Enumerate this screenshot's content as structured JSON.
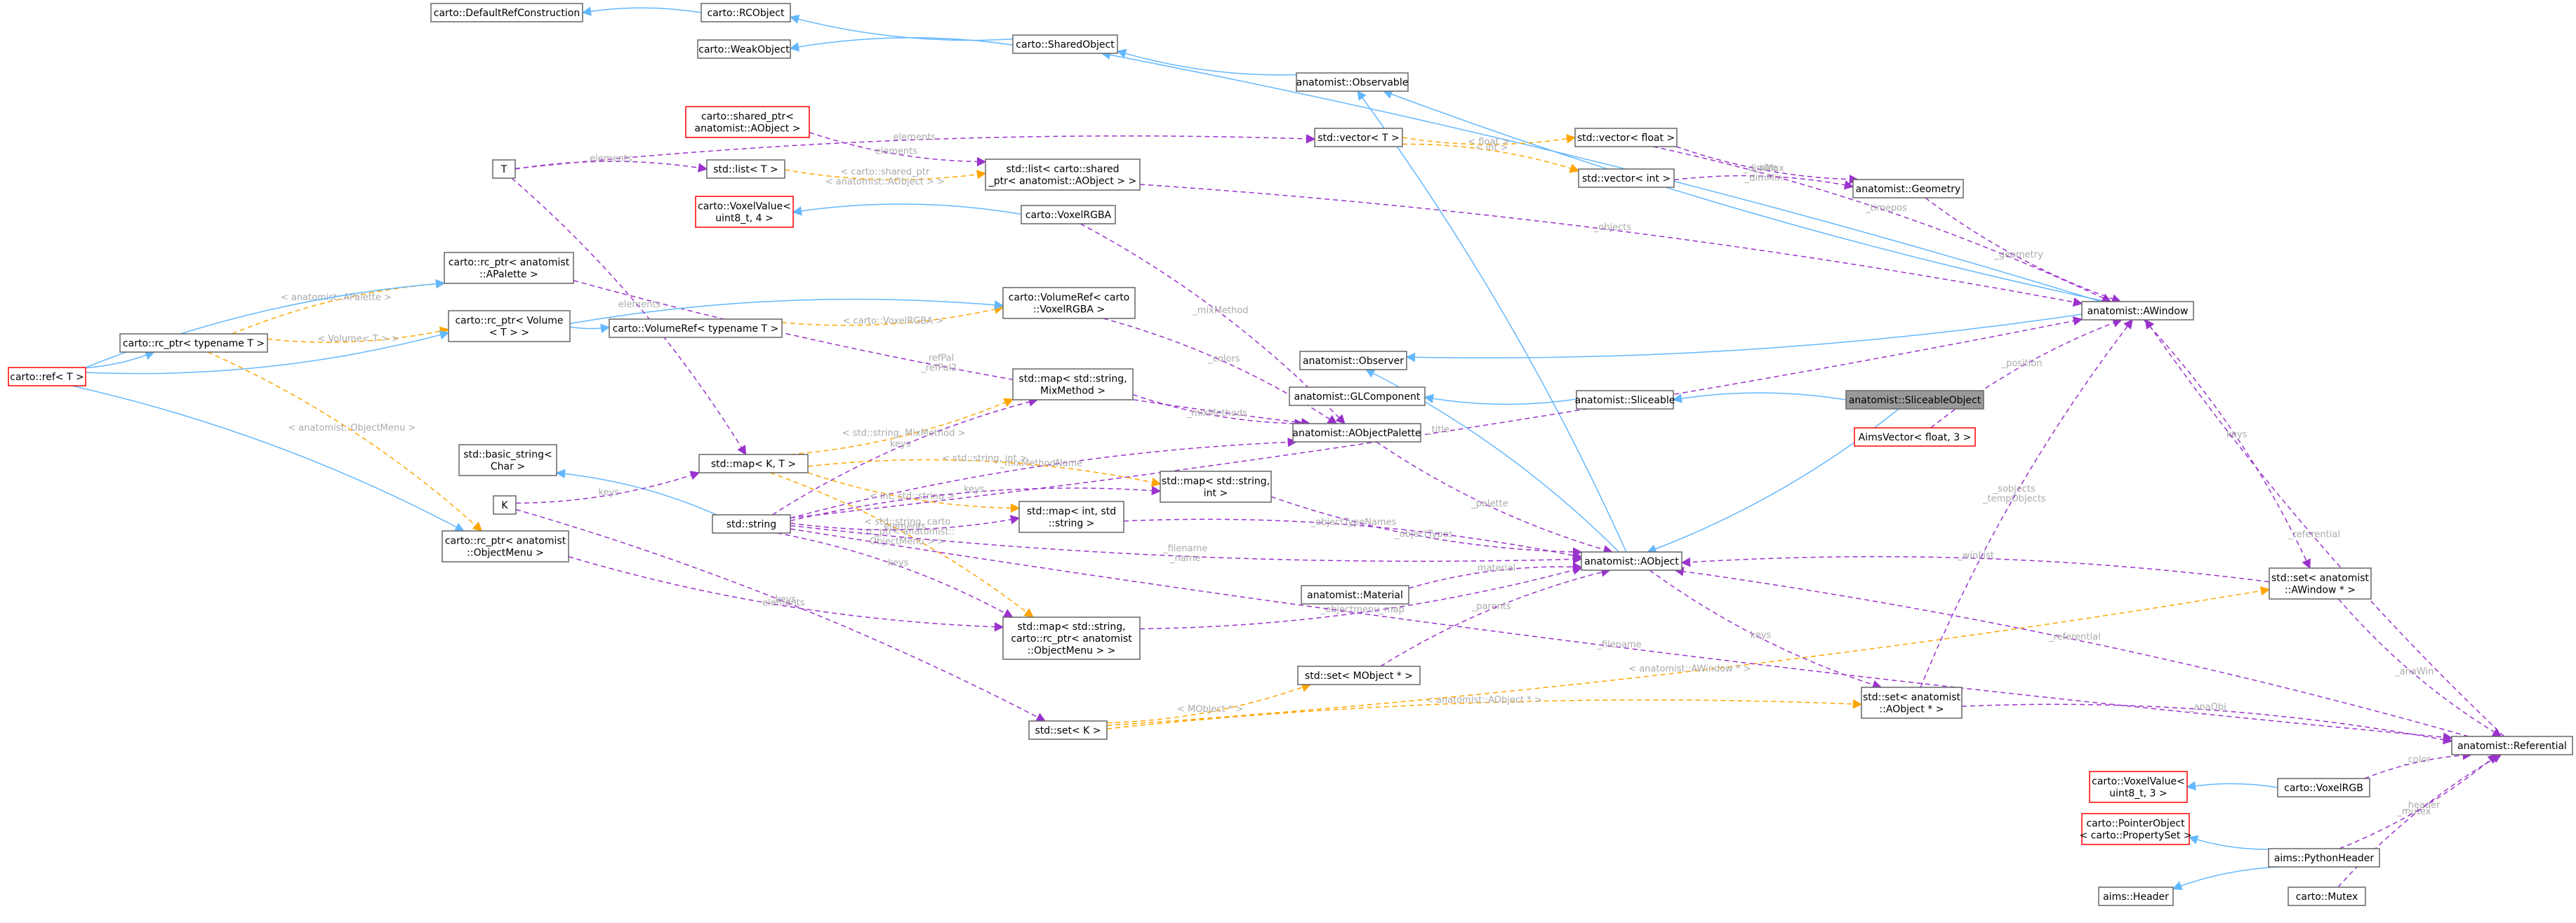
{
  "colors": {
    "inheritance": "#63b8ff",
    "usage": "#9a32cd",
    "template": "#ffa500",
    "node_border": "#666666",
    "abstract_border": "#ff0000",
    "focus_fill": "#999999"
  },
  "nodes": [
    {
      "id": "DefaultRefConstruction",
      "lines": [
        "carto::DefaultRefConstruction"
      ],
      "style": "normal"
    },
    {
      "id": "RCObject",
      "lines": [
        "carto::RCObject"
      ],
      "style": "normal"
    },
    {
      "id": "SharedObject",
      "lines": [
        "carto::SharedObject"
      ],
      "style": "normal"
    },
    {
      "id": "WeakObject",
      "lines": [
        "carto::WeakObject"
      ],
      "style": "normal"
    },
    {
      "id": "Observable",
      "lines": [
        "anatomist::Observable"
      ],
      "style": "normal"
    },
    {
      "id": "sharedptrAObject",
      "lines": [
        "carto::shared_ptr<",
        "anatomist::AObject >"
      ],
      "style": "abstract"
    },
    {
      "id": "vectorT",
      "lines": [
        "std::vector< T >"
      ],
      "style": "normal"
    },
    {
      "id": "vectorFloat",
      "lines": [
        "std::vector< float >"
      ],
      "style": "normal"
    },
    {
      "id": "T",
      "lines": [
        "T"
      ],
      "style": "normal"
    },
    {
      "id": "listT",
      "lines": [
        "std::list< T >"
      ],
      "style": "normal"
    },
    {
      "id": "listShared",
      "lines": [
        "std::list< carto::shared",
        "_ptr< anatomist::AObject > >"
      ],
      "style": "normal"
    },
    {
      "id": "vectorInt",
      "lines": [
        "std::vector< int >"
      ],
      "style": "normal"
    },
    {
      "id": "Geometry",
      "lines": [
        "anatomist::Geometry"
      ],
      "style": "normal"
    },
    {
      "id": "VoxelValue4",
      "lines": [
        "carto::VoxelValue<",
        "uint8_t, 4 >"
      ],
      "style": "abstract"
    },
    {
      "id": "VoxelRGBA",
      "lines": [
        "carto::VoxelRGBA"
      ],
      "style": "normal"
    },
    {
      "id": "rcptrAPalette",
      "lines": [
        "carto::rc_ptr< anatomist",
        "::APalette >"
      ],
      "style": "normal"
    },
    {
      "id": "VolumeRefRGBA",
      "lines": [
        "carto::VolumeRef< carto",
        "::VoxelRGBA >"
      ],
      "style": "normal"
    },
    {
      "id": "AWindow",
      "lines": [
        "anatomist::AWindow"
      ],
      "style": "normal"
    },
    {
      "id": "rcptrT",
      "lines": [
        "carto::rc_ptr< typename T >"
      ],
      "style": "normal"
    },
    {
      "id": "rcptrVolume",
      "lines": [
        "carto::rc_ptr< Volume",
        "< T > >"
      ],
      "style": "normal"
    },
    {
      "id": "VolumeRefT",
      "lines": [
        "carto::VolumeRef< typename T >"
      ],
      "style": "normal"
    },
    {
      "id": "refT",
      "lines": [
        "carto::ref< T >"
      ],
      "style": "abstract"
    },
    {
      "id": "Observer",
      "lines": [
        "anatomist::Observer"
      ],
      "style": "normal"
    },
    {
      "id": "mapMixMethod",
      "lines": [
        "std::map< std::string,",
        "MixMethod >"
      ],
      "style": "normal"
    },
    {
      "id": "GLComponent",
      "lines": [
        "anatomist::GLComponent"
      ],
      "style": "normal"
    },
    {
      "id": "Sliceable",
      "lines": [
        "anatomist::Sliceable"
      ],
      "style": "normal"
    },
    {
      "id": "SliceableObject",
      "lines": [
        "anatomist::SliceableObject"
      ],
      "style": "focus"
    },
    {
      "id": "basicString",
      "lines": [
        "std::basic_string<",
        "Char >"
      ],
      "style": "normal"
    },
    {
      "id": "mapKT",
      "lines": [
        "std::map< K, T >"
      ],
      "style": "normal"
    },
    {
      "id": "AObjectPalette",
      "lines": [
        "anatomist::AObjectPalette"
      ],
      "style": "normal"
    },
    {
      "id": "AimsVector",
      "lines": [
        "AimsVector< float, 3 >"
      ],
      "style": "abstract"
    },
    {
      "id": "mapStringInt",
      "lines": [
        "std::map< std::string,",
        "int >"
      ],
      "style": "normal"
    },
    {
      "id": "K",
      "lines": [
        "K"
      ],
      "style": "normal"
    },
    {
      "id": "rcptrObjectMenu",
      "lines": [
        "carto::rc_ptr< anatomist",
        "::ObjectMenu >"
      ],
      "style": "normal"
    },
    {
      "id": "string",
      "lines": [
        "std::string"
      ],
      "style": "normal"
    },
    {
      "id": "mapIntString",
      "lines": [
        "std::map< int, std",
        "::string >"
      ],
      "style": "normal"
    },
    {
      "id": "AObject",
      "lines": [
        "anatomist::AObject"
      ],
      "style": "normal"
    },
    {
      "id": "Material",
      "lines": [
        "anatomist::Material"
      ],
      "style": "normal"
    },
    {
      "id": "setAWindow",
      "lines": [
        "std::set< anatomist",
        "::AWindow * >"
      ],
      "style": "normal"
    },
    {
      "id": "mapObjectMenu",
      "lines": [
        "std::map< std::string,",
        "carto::rc_ptr< anatomist",
        "::ObjectMenu > >"
      ],
      "style": "normal"
    },
    {
      "id": "setMObject",
      "lines": [
        "std::set< MObject * >"
      ],
      "style": "normal"
    },
    {
      "id": "setAObject",
      "lines": [
        "std::set< anatomist",
        "::AObject * >"
      ],
      "style": "normal"
    },
    {
      "id": "setK",
      "lines": [
        "std::set< K >"
      ],
      "style": "normal"
    },
    {
      "id": "Referential",
      "lines": [
        "anatomist::Referential"
      ],
      "style": "normal"
    },
    {
      "id": "VoxelValue3",
      "lines": [
        "carto::VoxelValue<",
        "uint8_t, 3 >"
      ],
      "style": "abstract"
    },
    {
      "id": "VoxelRGB",
      "lines": [
        "carto::VoxelRGB"
      ],
      "style": "normal"
    },
    {
      "id": "PointerObject",
      "lines": [
        "carto::PointerObject",
        "< carto::PropertySet >"
      ],
      "style": "abstract"
    },
    {
      "id": "PythonHeader",
      "lines": [
        "aims::PythonHeader"
      ],
      "style": "normal"
    },
    {
      "id": "Header",
      "lines": [
        "aims::Header"
      ],
      "style": "normal"
    },
    {
      "id": "Mutex",
      "lines": [
        "carto::Mutex"
      ],
      "style": "normal"
    }
  ],
  "edges": [
    {
      "kind": "inherit",
      "from": "DefaultRefConstruction",
      "to": "RCObject",
      "labels": []
    },
    {
      "kind": "inherit",
      "from": "RCObject",
      "to": "SharedObject",
      "labels": []
    },
    {
      "kind": "inherit",
      "from": "WeakObject",
      "to": "SharedObject",
      "labels": []
    },
    {
      "kind": "inherit",
      "from": "SharedObject",
      "to": "Observable",
      "labels": []
    },
    {
      "kind": "inherit",
      "from": "SharedObject",
      "to": "AWindow",
      "labels": []
    },
    {
      "kind": "inherit",
      "from": "Observable",
      "to": "AWindow",
      "labels": []
    },
    {
      "kind": "inherit",
      "from": "Observable",
      "to": "AObject",
      "labels": []
    },
    {
      "kind": "usage",
      "from": "vectorT",
      "to": "T",
      "labels": [
        "elements"
      ]
    },
    {
      "kind": "usage",
      "from": "listShared",
      "to": "sharedptrAObject",
      "labels": [
        "elements"
      ]
    },
    {
      "kind": "usage",
      "from": "listT",
      "to": "T",
      "labels": [
        "elements"
      ]
    },
    {
      "kind": "template",
      "from": "vectorFloat",
      "to": "vectorT",
      "labels": [
        "< float >"
      ]
    },
    {
      "kind": "template",
      "from": "vectorInt",
      "to": "vectorT",
      "labels": [
        "< int >"
      ]
    },
    {
      "kind": "template",
      "from": "listShared",
      "to": "listT",
      "labels": [
        "< carto::shared_ptr",
        "< anatomist::AObject > >"
      ]
    },
    {
      "kind": "usage",
      "from": "AWindow",
      "to": "vectorFloat",
      "labels": [
        "_timepos"
      ]
    },
    {
      "kind": "usage",
      "from": "Geometry",
      "to": "vectorFloat",
      "labels": [
        "_size"
      ]
    },
    {
      "kind": "usage",
      "from": "Geometry",
      "to": "vectorInt",
      "labels": [
        "_dimMax",
        "_dimMin"
      ]
    },
    {
      "kind": "usage",
      "from": "AWindow",
      "to": "Geometry",
      "labels": [
        "_geometry"
      ]
    },
    {
      "kind": "usage",
      "from": "AWindow",
      "to": "listShared",
      "labels": [
        "_objects"
      ]
    },
    {
      "kind": "inherit",
      "from": "VoxelValue4",
      "to": "VoxelRGBA",
      "labels": []
    },
    {
      "kind": "usage",
      "from": "AObjectPalette",
      "to": "VoxelRGBA",
      "labels": [
        "_mixMethod"
      ]
    },
    {
      "kind": "usage",
      "from": "AObjectPalette",
      "to": "rcptrAPalette",
      "labels": [
        "_refPal",
        "_refPal2"
      ]
    },
    {
      "kind": "usage",
      "from": "AObjectPalette",
      "to": "VolumeRefRGBA",
      "labels": [
        "_colors"
      ]
    },
    {
      "kind": "template",
      "from": "VolumeRefRGBA",
      "to": "VolumeRefT",
      "labels": [
        "< carto::VoxelRGBA >"
      ]
    },
    {
      "kind": "inherit",
      "from": "VolumeRefRGBA",
      "to": "rcptrVolume",
      "labels": []
    },
    {
      "kind": "inherit",
      "from": "VolumeRefT",
      "to": "rcptrVolume",
      "labels": []
    },
    {
      "kind": "template",
      "from": "rcptrAPalette",
      "to": "rcptrT",
      "labels": [
        "< anatomist::APalette >"
      ]
    },
    {
      "kind": "template",
      "from": "rcptrVolume",
      "to": "rcptrT",
      "labels": [
        "< Volume< T > >"
      ]
    },
    {
      "kind": "template",
      "from": "rcptrObjectMenu",
      "to": "rcptrT",
      "labels": [
        "< anatomist::ObjectMenu >"
      ]
    },
    {
      "kind": "inherit",
      "from": "rcptrT",
      "to": "refT",
      "labels": []
    },
    {
      "kind": "inherit",
      "from": "rcptrAPalette",
      "to": "refT",
      "labels": []
    },
    {
      "kind": "inherit",
      "from": "rcptrVolume",
      "to": "refT",
      "labels": []
    },
    {
      "kind": "inherit",
      "from": "rcptrObjectMenu",
      "to": "refT",
      "labels": []
    },
    {
      "kind": "usage",
      "from": "AWindow",
      "to": "string",
      "labels": [
        "_title"
      ]
    },
    {
      "kind": "inherit",
      "from": "Observer",
      "to": "AWindow",
      "labels": []
    },
    {
      "kind": "inherit",
      "from": "Observer",
      "to": "AObject",
      "labels": []
    },
    {
      "kind": "inherit",
      "from": "GLComponent",
      "to": "Sliceable",
      "labels": []
    },
    {
      "kind": "inherit",
      "from": "Sliceable",
      "to": "SliceableObject",
      "labels": []
    },
    {
      "kind": "inherit",
      "from": "AObject",
      "to": "SliceableObject",
      "labels": []
    },
    {
      "kind": "usage",
      "from": "AObjectPalette",
      "to": "mapMixMethod",
      "labels": [
        "_mixMethods"
      ]
    },
    {
      "kind": "usage",
      "from": "mapMixMethod",
      "to": "string",
      "labels": [
        "keys"
      ]
    },
    {
      "kind": "template",
      "from": "mapMixMethod",
      "to": "mapKT",
      "labels": [
        "< std::string, MixMethod >"
      ]
    },
    {
      "kind": "usage",
      "from": "AObjectPalette",
      "to": "string",
      "labels": [
        "_mixMethodName"
      ]
    },
    {
      "kind": "usage",
      "from": "AObject",
      "to": "AObjectPalette",
      "labels": [
        "_palette"
      ]
    },
    {
      "kind": "usage",
      "from": "AWindow",
      "to": "AimsVector",
      "labels": [
        "_position"
      ]
    },
    {
      "kind": "inherit",
      "from": "basicString",
      "to": "string",
      "labels": []
    },
    {
      "kind": "usage",
      "from": "mapKT",
      "to": "T",
      "labels": [
        "elements"
      ]
    },
    {
      "kind": "usage",
      "from": "mapKT",
      "to": "K",
      "labels": [
        "keys"
      ]
    },
    {
      "kind": "template",
      "from": "mapStringInt",
      "to": "mapKT",
      "labels": [
        "< std::string, int >"
      ]
    },
    {
      "kind": "template",
      "from": "mapIntString",
      "to": "mapKT",
      "labels": [
        "< int, std::string >"
      ]
    },
    {
      "kind": "template",
      "from": "mapObjectMenu",
      "to": "mapKT",
      "labels": [
        "< std::string, carto",
        "::rc_ptr< anatomist::",
        "ObjectMenu > >"
      ]
    },
    {
      "kind": "usage",
      "from": "AObject",
      "to": "mapStringInt",
      "labels": [
        "_objectTypes"
      ]
    },
    {
      "kind": "usage",
      "from": "mapStringInt",
      "to": "string",
      "labels": [
        "keys"
      ]
    },
    {
      "kind": "usage",
      "from": "mapIntString",
      "to": "string",
      "labels": [
        "elements"
      ]
    },
    {
      "kind": "usage",
      "from": "AObject",
      "to": "mapIntString",
      "labels": [
        "_objectTypeNames"
      ]
    },
    {
      "kind": "usage",
      "from": "AObject",
      "to": "string",
      "labels": [
        "_filename",
        "_name"
      ]
    },
    {
      "kind": "usage",
      "from": "AObject",
      "to": "Material",
      "labels": [
        "_material"
      ]
    },
    {
      "kind": "usage",
      "from": "AObject",
      "to": "mapObjectMenu",
      "labels": [
        "_objectmenu_map"
      ]
    },
    {
      "kind": "usage",
      "from": "mapObjectMenu",
      "to": "string",
      "labels": [
        "keys"
      ]
    },
    {
      "kind": "usage",
      "from": "mapObjectMenu",
      "to": "rcptrObjectMenu",
      "labels": [
        "elements"
      ]
    },
    {
      "kind": "usage",
      "from": "AObject",
      "to": "setMObject",
      "labels": [
        "_parents"
      ]
    },
    {
      "kind": "template",
      "from": "setMObject",
      "to": "setK",
      "labels": [
        "< MObject * >"
      ]
    },
    {
      "kind": "template",
      "from": "setAObject",
      "to": "setK",
      "labels": [
        "< anatomist::AObject * >"
      ]
    },
    {
      "kind": "template",
      "from": "setAWindow",
      "to": "setK",
      "labels": [
        "< anatomist::AWindow * >"
      ]
    },
    {
      "kind": "usage",
      "from": "setK",
      "to": "K",
      "labels": [
        "keys"
      ]
    },
    {
      "kind": "usage",
      "from": "setAObject",
      "to": "AObject",
      "labels": [
        "keys"
      ]
    },
    {
      "kind": "usage",
      "from": "AWindow",
      "to": "setAObject",
      "labels": [
        "_sobjects",
        "_tempObjects"
      ]
    },
    {
      "kind": "usage",
      "from": "AObject",
      "to": "setAWindow",
      "labels": [
        "_winList"
      ]
    },
    {
      "kind": "usage",
      "from": "setAWindow",
      "to": "AWindow",
      "labels": [
        "keys"
      ]
    },
    {
      "kind": "usage",
      "from": "AObject",
      "to": "Referential",
      "labels": [
        "_referential"
      ]
    },
    {
      "kind": "usage",
      "from": "AWindow",
      "to": "Referential",
      "labels": [
        "_referential"
      ]
    },
    {
      "kind": "usage",
      "from": "Referential",
      "to": "setAWindow",
      "labels": [
        "_anaWin"
      ]
    },
    {
      "kind": "usage",
      "from": "Referential",
      "to": "setAObject",
      "labels": [
        "_anaObj"
      ]
    },
    {
      "kind": "usage",
      "from": "Referential",
      "to": "string",
      "labels": [
        "_filename"
      ]
    },
    {
      "kind": "usage",
      "from": "Referential",
      "to": "VoxelRGB",
      "labels": [
        "_color"
      ]
    },
    {
      "kind": "usage",
      "from": "Referential",
      "to": "PythonHeader",
      "labels": [
        "_header"
      ]
    },
    {
      "kind": "usage",
      "from": "Referential",
      "to": "Mutex",
      "labels": [
        "_mutex"
      ]
    },
    {
      "kind": "inherit",
      "from": "VoxelValue3",
      "to": "VoxelRGB",
      "labels": []
    },
    {
      "kind": "inherit",
      "from": "PointerObject",
      "to": "PythonHeader",
      "labels": []
    },
    {
      "kind": "inherit",
      "from": "Header",
      "to": "PythonHeader",
      "labels": []
    }
  ]
}
